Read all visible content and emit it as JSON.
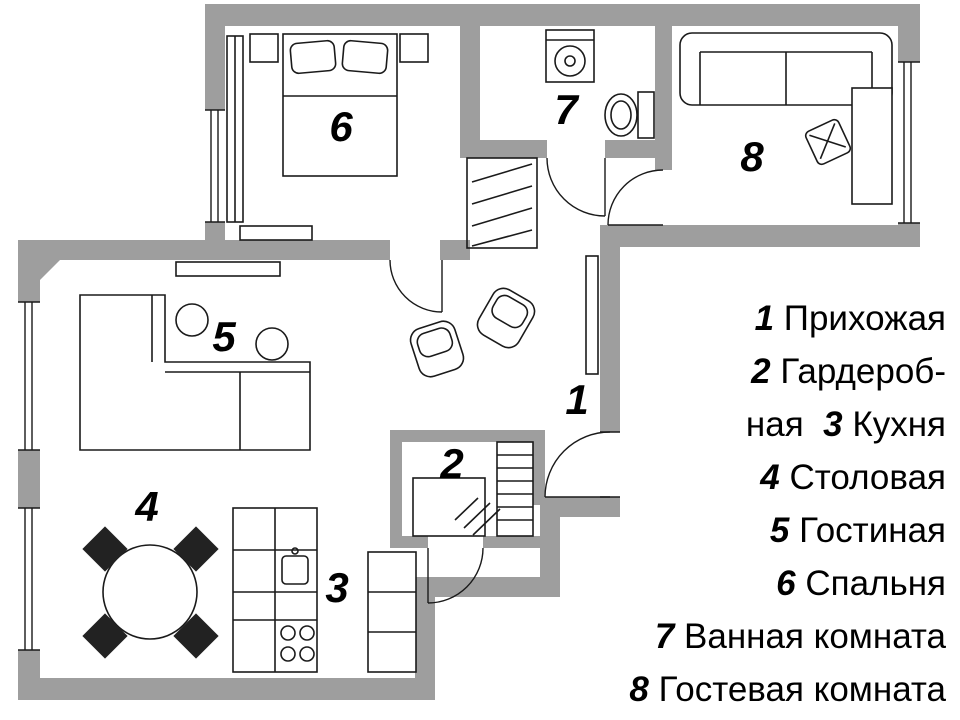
{
  "colors": {
    "wall": "#9e9e9e",
    "line": "#1a1a1a",
    "background": "#ffffff",
    "text": "#000000"
  },
  "rooms": {
    "hallway": {
      "number": "1",
      "name": "Прихожая"
    },
    "closet": {
      "number": "2",
      "name": "Гардеробная"
    },
    "kitchen": {
      "number": "3",
      "name": "Кухня"
    },
    "dining": {
      "number": "4",
      "name": "Столовая"
    },
    "living": {
      "number": "5",
      "name": "Гостиная"
    },
    "bedroom": {
      "number": "6",
      "name": "Спальня"
    },
    "bathroom": {
      "number": "7",
      "name": "Ванная комната"
    },
    "guest": {
      "number": "8",
      "name": "Гостевая комната"
    }
  },
  "legend": {
    "lines": [
      {
        "n": "1",
        "t": " Прихожая"
      },
      {
        "n": "2",
        "t": " Гардероб-"
      },
      {
        "pre": "ная  ",
        "n": "3",
        "t": " Кухня"
      },
      {
        "n": "4",
        "t": " Столовая"
      },
      {
        "n": "5",
        "t": " Гостиная"
      },
      {
        "n": "6",
        "t": " Спальня"
      },
      {
        "n": "7",
        "t": " Ванная комната"
      },
      {
        "n": "8",
        "t": " Гостевая комната"
      }
    ]
  }
}
